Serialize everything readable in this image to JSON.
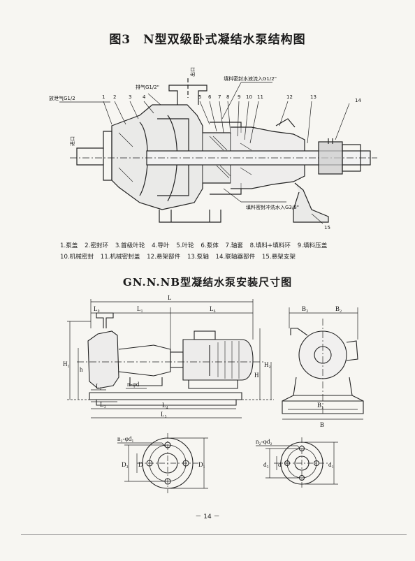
{
  "figure3": {
    "title": "图3　N型双级卧式凝结水泵结构图",
    "callouts": {
      "drain": "放泄气G1/2",
      "vent": "排气G1/2\"",
      "outlet": "出口",
      "inlet": "进口",
      "seal_water_in": "填料密封水液流入G1/2\"",
      "flush_water_in": "填料密封冲洗水入G3/8\""
    },
    "numbers": [
      "1",
      "2",
      "3",
      "4",
      "5",
      "6",
      "7",
      "8",
      "9",
      "10",
      "11",
      "12",
      "13",
      "14",
      "15"
    ],
    "legend_row1": [
      "1.泵盖",
      "2.密封环",
      "3.首级叶轮",
      "4.导叶",
      "5.叶轮",
      "6.泵体",
      "7.轴套",
      "8.填料+填料环",
      "9.填料压盖"
    ],
    "legend_row2": [
      "10.机械密封",
      "11.机械密封盖",
      "12.悬架部件",
      "13.泵轴",
      "14.联轴器部件",
      "15.悬架支架"
    ]
  },
  "figure_install": {
    "title": "GN.N.NB型凝结水泵安装尺寸图",
    "dims": {
      "L": "L",
      "L0": "L₀",
      "L1": "L₁",
      "L6": "L₆",
      "L2": "L₂",
      "L3": "L₃",
      "L4": "L₄",
      "L5": "L₅",
      "H1": "H₁",
      "h": "h",
      "H": "H",
      "H2": "H₂",
      "nd": "n-φd",
      "B3": "B₃",
      "B2": "B₂",
      "B1": "B₁",
      "B": "B"
    },
    "flange_left": {
      "holes": "n₁-φd₁",
      "D3": "D₃",
      "D": "D",
      "D1": "D₁"
    },
    "flange_right": {
      "holes": "n₂-φd₂",
      "d3": "d₃",
      "d": "d",
      "d1": "d₁"
    }
  },
  "page_number": "－ 14 －"
}
